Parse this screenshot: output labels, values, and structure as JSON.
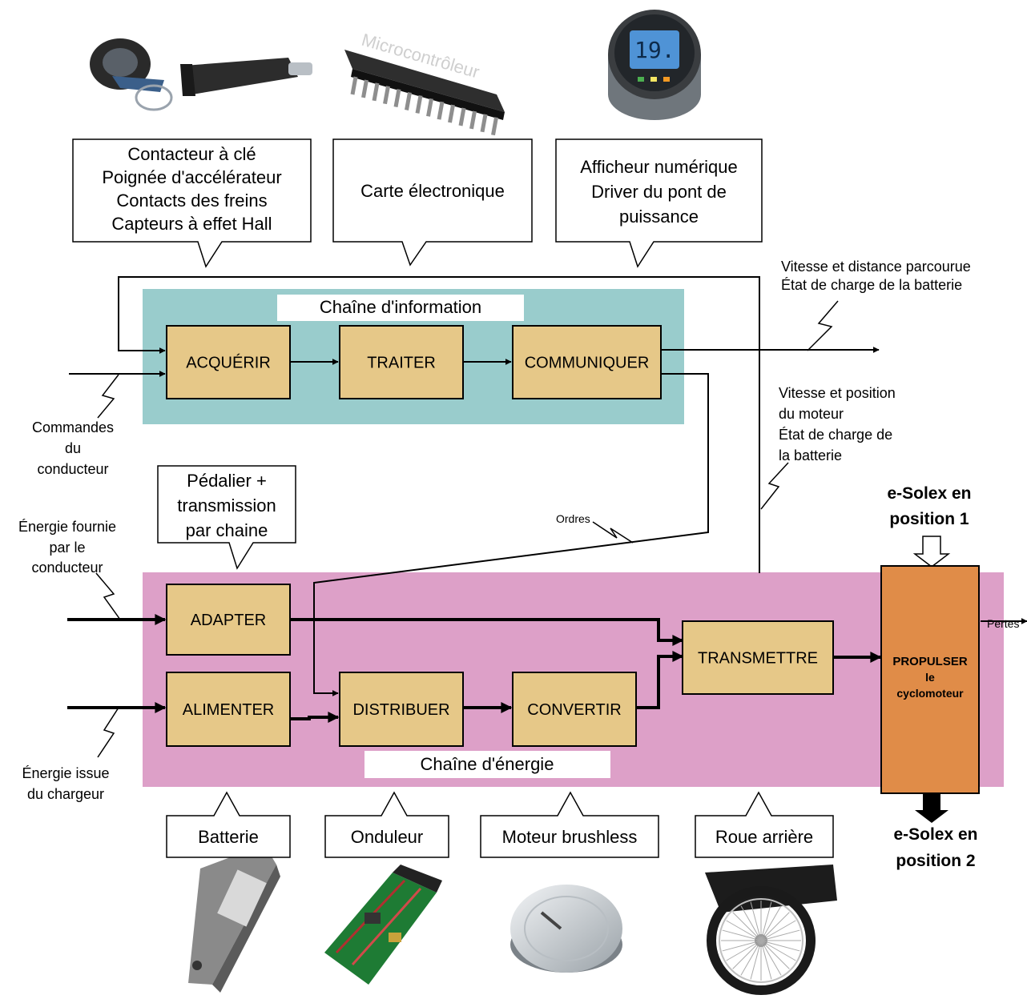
{
  "information_chain": {
    "title": "Chaîne d'information",
    "blocks": [
      "ACQUÉRIR",
      "TRAITER",
      "COMMUNIQUER"
    ]
  },
  "energy_chain": {
    "title": "Chaîne d'énergie",
    "blocks": [
      "ADAPTER",
      "ALIMENTER",
      "DISTRIBUER",
      "CONVERTIR",
      "TRANSMETTRE"
    ],
    "propulser": [
      "PROPULSER",
      "le",
      "cyclomoteur"
    ]
  },
  "callouts_top": [
    [
      "Contacteur à clé",
      "Poignée d'accélérateur",
      "Contacts des freins",
      "Capteurs à effet Hall"
    ],
    [
      "Carte électronique"
    ],
    [
      "Afficheur numérique",
      "Driver du pont de",
      "puissance"
    ]
  ],
  "callout_pedalier": [
    "Pédalier +",
    "transmission",
    "par chaine"
  ],
  "callouts_bottom": [
    "Batterie",
    "Onduleur",
    "Moteur brushless",
    "Roue arrière"
  ],
  "labels": {
    "speed_distance": [
      "Vitesse et distance parcourue",
      "État de charge de la batterie"
    ],
    "motor_feedback": [
      "Vitesse et position",
      "du moteur",
      "État de charge de",
      "la batterie"
    ],
    "driver_commands": [
      "Commandes",
      "du",
      "conducteur"
    ],
    "driver_energy": [
      "Énergie fournie",
      "par le",
      "conducteur"
    ],
    "charger_energy": [
      "Énergie issue",
      "du chargeur"
    ],
    "ordres": "Ordres",
    "pertes": "Pertes",
    "position1": [
      "e-Solex en",
      "position 1"
    ],
    "position2": [
      "e-Solex en",
      "position 2"
    ]
  },
  "pictures": {
    "key_and_throttle": "key-switch-and-throttle-photo",
    "chip": "Microcontrôleur",
    "display": "19.",
    "battery": "battery-photo",
    "inverter": "inverter-photo",
    "motor": "brushless-motor-photo",
    "wheel": "rear-wheel-photo"
  },
  "colors": {
    "info_band": "#99cccc",
    "energy_band": "#dda0c8",
    "block_fill": "#e6c888",
    "propulser_fill": "#e08c48"
  }
}
